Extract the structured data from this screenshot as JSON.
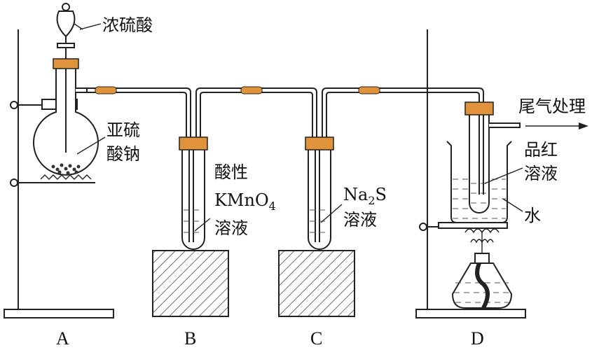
{
  "labels": {
    "conc_acid": "浓硫酸",
    "solid_line1": "亚硫",
    "solid_line2": "酸钠",
    "b_line1": "酸性",
    "b_kmno4_main": "KMnO",
    "b_kmno4_sub": "4",
    "b_line3": "溶液",
    "c_na2s_a": "Na",
    "c_na2s_sub": "2",
    "c_na2s_b": "S",
    "c_line2": "溶液",
    "tail_gas": "尾气处理",
    "d_line1": "品红",
    "d_line2": "溶液",
    "water": "水"
  },
  "apparatus": {
    "a": "A",
    "b": "B",
    "c": "C",
    "d": "D"
  },
  "colors": {
    "stopper": "#e0933a",
    "connector": "#e0933a",
    "line": "#222222"
  }
}
